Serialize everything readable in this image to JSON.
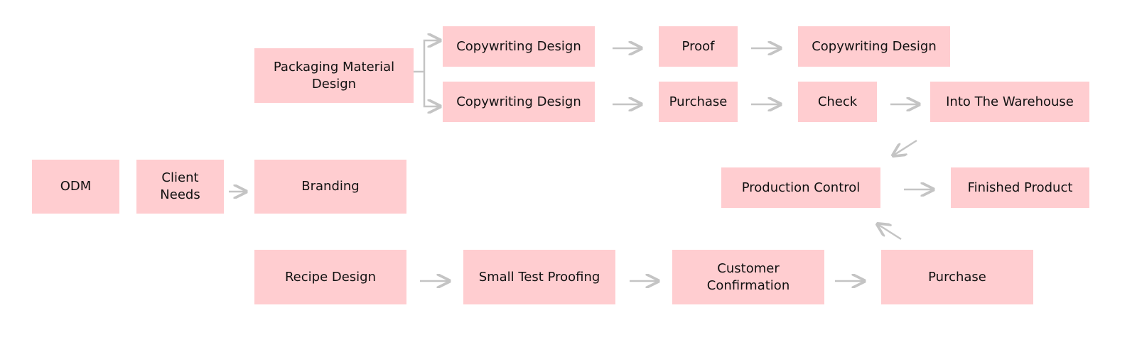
{
  "nodes": {
    "odm": "ODM",
    "client_needs": "Client\nNeeds",
    "branding": "Branding",
    "packaging": "Packaging Material\nDesign",
    "copy1": "Copywriting Design",
    "proof": "Proof",
    "copy3": "Copywriting Design",
    "copy2": "Copywriting Design",
    "purchase1": "Purchase",
    "check": "Check",
    "warehouse": "Into The Warehouse",
    "production": "Production Control",
    "finished": "Finished Product",
    "recipe": "Recipe Design",
    "small_test": "Small Test Proofing",
    "customer": "Customer\nConfirmation",
    "purchase2": "Purchase"
  },
  "colors": {
    "box": "#ffcdd0",
    "arrow": "#c4c4c4"
  }
}
